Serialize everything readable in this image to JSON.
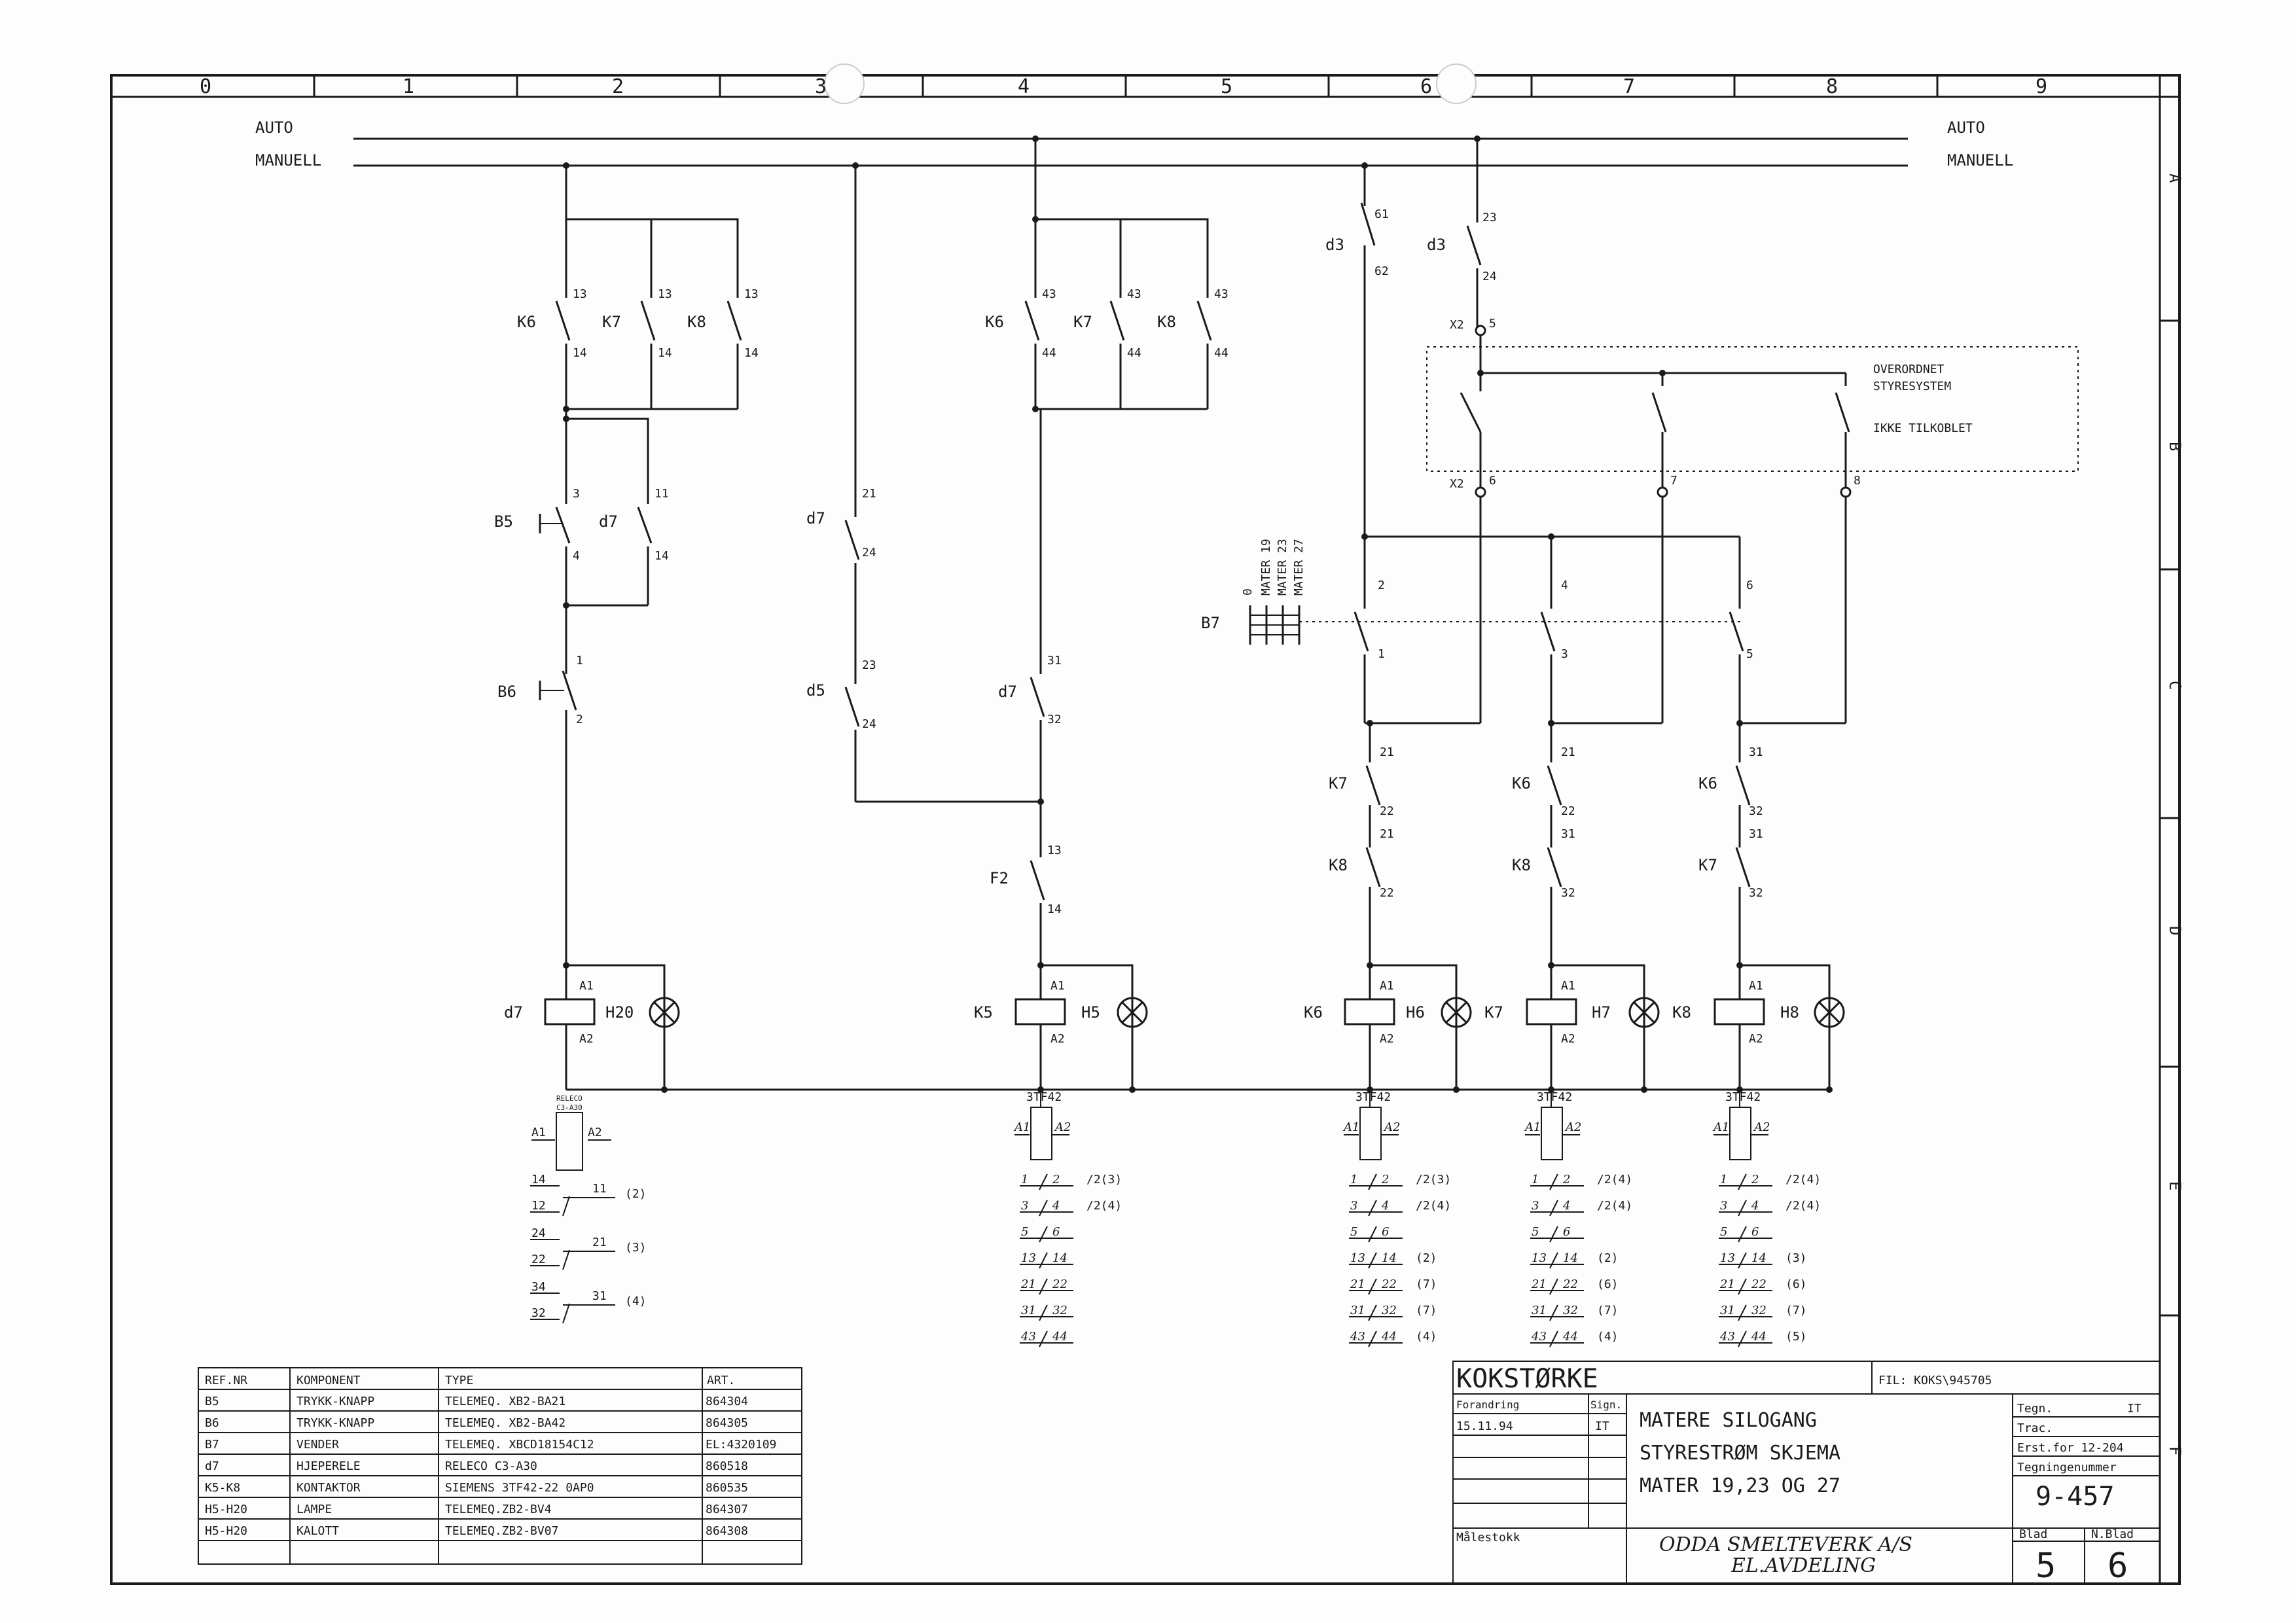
{
  "grid": {
    "columns": [
      "0",
      "1",
      "2",
      "3",
      "4",
      "5",
      "6",
      "7",
      "8",
      "9"
    ],
    "rows": [
      "A",
      "B",
      "C",
      "D",
      "E",
      "F"
    ]
  },
  "rails": {
    "auto": "AUTO",
    "manuell": "MANUELL"
  },
  "components": {
    "K6": "K6",
    "K7": "K7",
    "K8": "K8",
    "B5": "B5",
    "B6": "B6",
    "B7": "B7",
    "d3": "d3",
    "d5": "d5",
    "d7": "d7",
    "F2": "F2",
    "K5": "K5",
    "X2": "X2",
    "H5": "H5",
    "H6": "H6",
    "H7": "H7",
    "H8": "H8",
    "H20": "H20"
  },
  "terminals": {
    "n1": "1",
    "n2": "2",
    "n3": "3",
    "n4": "4",
    "n5": "5",
    "n6": "6",
    "n7": "7",
    "n8": "8",
    "n11": "11",
    "n13": "13",
    "n14": "14",
    "n21": "21",
    "n22": "22",
    "n23": "23",
    "n24": "24",
    "n31": "31",
    "n32": "32",
    "n43": "43",
    "n44": "44",
    "n61": "61",
    "n62": "62",
    "A1": "A1",
    "A2": "A2",
    "n0": "0"
  },
  "overordnet": {
    "line1": "OVERORDNET",
    "line2": "STYRESYSTEM",
    "line3": "IKKE TILKOBLET"
  },
  "b7_labels": [
    "0",
    "MATER 19",
    "MATER 23",
    "MATER 27"
  ],
  "relay_type": "3TF42",
  "releco": {
    "line1": "RELECO",
    "line2": "C3-A30"
  },
  "contact_lists": {
    "d7": [
      {
        "l": "14",
        "r": "11",
        "x": "(2)"
      },
      {
        "l": "12",
        "r": "",
        "x": ""
      },
      {
        "l": "24",
        "r": "21",
        "x": "(3)"
      },
      {
        "l": "22",
        "r": "",
        "x": ""
      },
      {
        "l": "34",
        "r": "31",
        "x": "(4)"
      },
      {
        "l": "32",
        "r": "",
        "x": ""
      }
    ],
    "K5": [
      {
        "l": "1",
        "r": "2",
        "x": "/2(3)"
      },
      {
        "l": "3",
        "r": "4",
        "x": "/2(4)"
      },
      {
        "l": "5",
        "r": "6",
        "x": ""
      },
      {
        "l": "13",
        "r": "14",
        "x": ""
      },
      {
        "l": "21",
        "r": "22",
        "x": ""
      },
      {
        "l": "31",
        "r": "32",
        "x": ""
      },
      {
        "l": "43",
        "r": "44",
        "x": ""
      }
    ],
    "K6": [
      {
        "l": "1",
        "r": "2",
        "x": "/2(3)"
      },
      {
        "l": "3",
        "r": "4",
        "x": "/2(4)"
      },
      {
        "l": "5",
        "r": "6",
        "x": ""
      },
      {
        "l": "13",
        "r": "14",
        "x": "(2)"
      },
      {
        "l": "21",
        "r": "22",
        "x": "(7)"
      },
      {
        "l": "31",
        "r": "32",
        "x": "(7)"
      },
      {
        "l": "43",
        "r": "44",
        "x": "(4)"
      }
    ],
    "K7": [
      {
        "l": "1",
        "r": "2",
        "x": "/2(4)"
      },
      {
        "l": "3",
        "r": "4",
        "x": "/2(4)"
      },
      {
        "l": "5",
        "r": "6",
        "x": ""
      },
      {
        "l": "13",
        "r": "14",
        "x": "(2)"
      },
      {
        "l": "21",
        "r": "22",
        "x": "(6)"
      },
      {
        "l": "31",
        "r": "32",
        "x": "(7)"
      },
      {
        "l": "43",
        "r": "44",
        "x": "(4)"
      }
    ],
    "K8": [
      {
        "l": "1",
        "r": "2",
        "x": "/2(4)"
      },
      {
        "l": "3",
        "r": "4",
        "x": "/2(4)"
      },
      {
        "l": "5",
        "r": "6",
        "x": ""
      },
      {
        "l": "13",
        "r": "14",
        "x": "(3)"
      },
      {
        "l": "21",
        "r": "22",
        "x": "(6)"
      },
      {
        "l": "31",
        "r": "32",
        "x": "(7)"
      },
      {
        "l": "43",
        "r": "44",
        "x": "(5)"
      }
    ]
  },
  "parts_table": {
    "headers": [
      "REF.NR",
      "KOMPONENT",
      "TYPE",
      "ART."
    ],
    "rows": [
      [
        "B5",
        "TRYKK-KNAPP",
        "TELEMEQ. XB2-BA21",
        "864304"
      ],
      [
        "B6",
        "TRYKK-KNAPP",
        "TELEMEQ. XB2-BA42",
        "864305"
      ],
      [
        "B7",
        "VENDER",
        "TELEMEQ. XBCD18154C12",
        "EL:4320109"
      ],
      [
        "d7",
        "HJEPERELE",
        "RELECO C3-A30",
        "860518"
      ],
      [
        "K5-K8",
        "KONTAKTOR",
        "SIEMENS 3TF42-22 0AP0",
        "860535"
      ],
      [
        "H5-H20",
        "LAMPE",
        "TELEMEQ.ZB2-BV4",
        "864307"
      ],
      [
        "H5-H20",
        "KALOTT",
        "TELEMEQ.ZB2-BV07",
        "864308"
      ]
    ]
  },
  "title_block": {
    "project": "KOKSTØRKE",
    "file": "FIL: KOKS\\945705",
    "forandring": "Forandring",
    "sign": "Sign.",
    "date": "15.11.94",
    "date_sign": "IT",
    "title1": "MATERE SILOGANG",
    "title2": "STYRESTRØM SKJEMA",
    "title3": "MATER 19,23 OG 27",
    "tegn_label": "Tegn.",
    "tegn_value": "IT",
    "trac_label": "Trac.",
    "erst_label": "Erst.for 12-204",
    "tegningnummer_label": "Tegningenummer",
    "tegningnummer": "9-457",
    "malestokk": "Målestokk",
    "company1": "ODDA SMELTEVERK A/S",
    "company2": "EL.AVDELING",
    "blad_label": "Blad",
    "nblad_label": "N.Blad",
    "blad": "5",
    "nblad": "6"
  }
}
